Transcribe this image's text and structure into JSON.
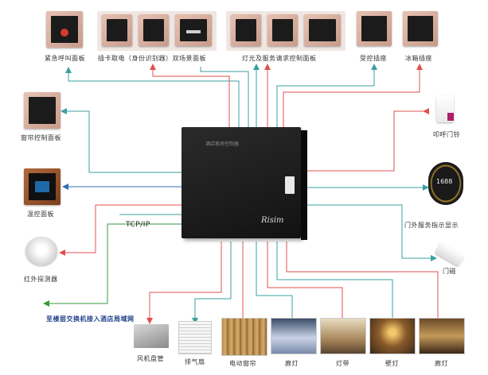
{
  "diagram": {
    "controller": {
      "brand_text": "Risim",
      "small_label": "酒店客房控制器"
    },
    "tcpip_label": "TCP/IP",
    "top_labels": {
      "emergency_panel": "紧急呼叫面板",
      "card_panel": "插卡取电（身份识别器）双场景面板",
      "light_service_panel": "灯光及服务请求控制面板",
      "controlled_socket": "受控插座",
      "fridge_socket": "冰箱插座"
    },
    "left_labels": {
      "curtain_panel": "窗帘控制面板",
      "temp_panel": "温控面板",
      "ir_sensor": "红外探测器",
      "switch_note": "至楼层交换机接入酒店局域网"
    },
    "right_labels": {
      "doorbell": "叩呼门铃",
      "door_display": "门外服务指示显示",
      "door_magnet": "门磁"
    },
    "door_display_number": "1688",
    "bottom_labels": {
      "fan_coil": "风机盘管",
      "exhaust_fan": "排气扇",
      "electric_curtain": "电动窗帘",
      "corridor_light": "廊灯",
      "light_strip": "灯带",
      "wall_light": "壁灯",
      "bedside_light": "廊灯"
    },
    "colors": {
      "red": "#e0504e",
      "teal": "#3aa0a0",
      "blue": "#2f6fb5",
      "green": "#3a9a3a",
      "controller": "#1c1c1c"
    }
  }
}
